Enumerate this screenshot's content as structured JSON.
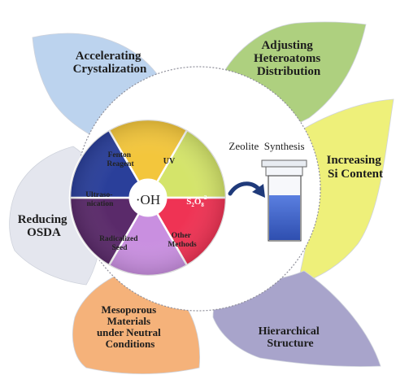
{
  "petals": [
    {
      "id": "accelerating",
      "label_lines": [
        "Accelerating",
        "Crystalization"
      ],
      "color": "#bcd3ee"
    },
    {
      "id": "adjusting",
      "label_lines": [
        "Adjusting",
        "Heteroatoms",
        "Distribution"
      ],
      "color": "#aed07f"
    },
    {
      "id": "increasing",
      "label_lines": [
        "Increasing",
        "Si Content"
      ],
      "color": "#eef07a"
    },
    {
      "id": "hierarchical",
      "label_lines": [
        "Hierarchical",
        "Structure"
      ],
      "color": "#a8a4cb"
    },
    {
      "id": "mesoporous",
      "label_lines": [
        "Mesoporous",
        "Materials",
        "under Neutral",
        "Conditions"
      ],
      "color": "#f5b27a"
    },
    {
      "id": "reducing",
      "label_lines": [
        "Reducing",
        "OSDA"
      ],
      "color": "#e4e6ee"
    }
  ],
  "wheel": {
    "center_label": "·OH",
    "segments": [
      {
        "id": "uv",
        "label": "UV",
        "color": "#d4e46a"
      },
      {
        "id": "s2o8",
        "label_main": "S",
        "sub1": "2",
        "mid": "O",
        "sub2": "8",
        "sup": "2-",
        "color": "#ef3354"
      },
      {
        "id": "other",
        "label_lines": [
          "Other",
          "Methods"
        ],
        "color": "#c98fe0"
      },
      {
        "id": "radicalized",
        "label_lines": [
          "Radicalized",
          "Seed"
        ],
        "color": "#5a2a6a"
      },
      {
        "id": "ultrasonication",
        "label_lines": [
          "Ultraso-",
          "nication"
        ],
        "color": "#2a3f9a"
      },
      {
        "id": "fenton",
        "label_lines": [
          "Fenton",
          "Reagent"
        ],
        "color": "#f3c63c"
      }
    ]
  },
  "zeolite": {
    "title": "Zeolite  Synthesis",
    "liquid_color": "#3b5fc0"
  },
  "colors": {
    "arrow": "#1f3a7a",
    "circle_border": "#8f8f9a"
  }
}
